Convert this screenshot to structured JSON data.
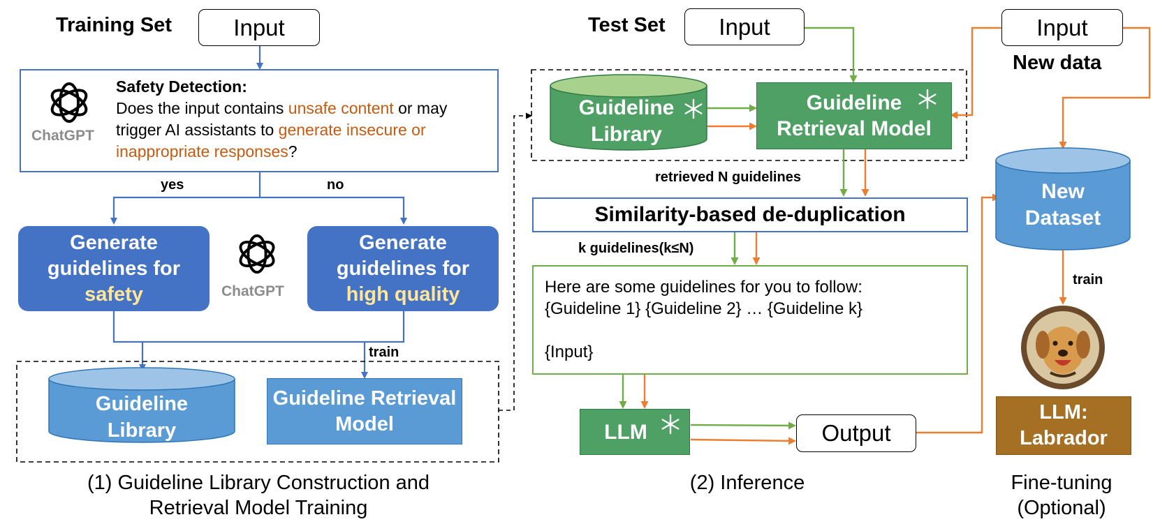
{
  "training": {
    "title": "Training Set",
    "input": "Input",
    "chatgpt": "ChatGPT",
    "detect_title": "Safety Detection:",
    "detect_t1": "Does the input contains ",
    "detect_h1": "unsafe content",
    "detect_t2": " or may trigger AI assistants to ",
    "detect_h2": "generate insecure or inappropriate responses",
    "detect_t3": "?",
    "yes": "yes",
    "no": "no",
    "gen_left_1": "Generate guidelines for",
    "gen_left_hl": "safety",
    "gen_right_1": "Generate guidelines for",
    "gen_right_hl": "high quality",
    "chatgpt_mid": "ChatGPT",
    "train": "train",
    "library": "Guideline Library",
    "retrieval": "Guideline Retrieval Model",
    "caption": "(1)  Guideline Library Construction and Retrieval Model Training"
  },
  "inference": {
    "title": "Test Set",
    "input": "Input",
    "library": "Guideline Library",
    "retrieval": "Guideline Retrieval Model",
    "retrieved": "retrieved N guidelines",
    "dedup": "Similarity-based de-duplication",
    "k_label": "k guidelines(k≤N)",
    "prompt_l1": "Here are some guidelines for you to follow:",
    "prompt_l2": "{Guideline 1} {Guideline 2} … {Guideline k}",
    "prompt_l3": "{Input}",
    "llm": "LLM",
    "output": "Output",
    "caption": "(2) Inference"
  },
  "finetune": {
    "input": "Input",
    "new_data": "New data",
    "dataset": "New Dataset",
    "train": "train",
    "model": "LLM: Labrador",
    "caption": "Fine-tuning (Optional)"
  },
  "colors": {
    "blue": "#4472c4",
    "light_blue": "#5b9bd5",
    "green": "#4ea064",
    "green_arrow": "#70ad47",
    "orange_arrow": "#ed7d31",
    "brown": "#a67024",
    "highlight": "#ffe699"
  }
}
